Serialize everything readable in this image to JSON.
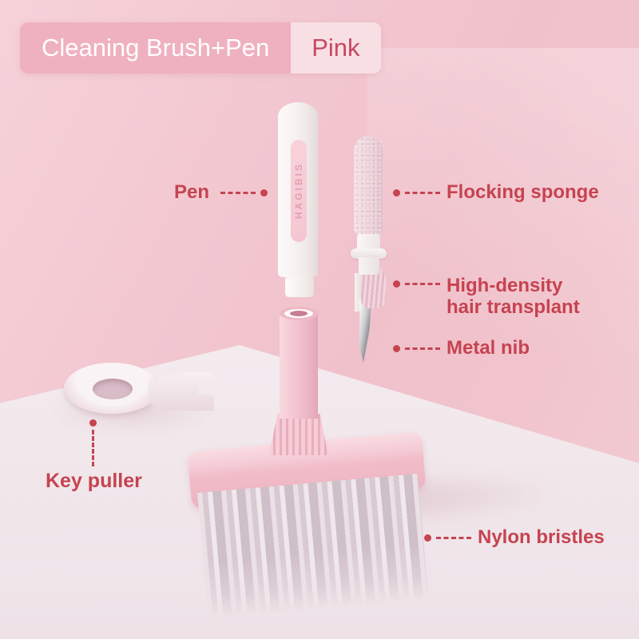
{
  "header": {
    "title": "Cleaning Brush+Pen",
    "variant": "Pink"
  },
  "brand": "HAGIBIS",
  "callouts": {
    "pen": "Pen",
    "flocking_sponge": "Flocking sponge",
    "high_density": [
      "High-density",
      "hair transplant"
    ],
    "metal_nib": "Metal nib",
    "key_puller": "Key puller",
    "nylon_bristles": "Nylon bristles"
  },
  "colors": {
    "label_red": "#c64350",
    "header_bg": "#efb1bf",
    "header_text": "#ffffff",
    "variant_bg": "#f8dfe4",
    "variant_text": "#c6495f",
    "brand_text": "#e2a0b0",
    "wall_pink": "#f0c1cb",
    "surface_white": "#f4edf0",
    "product_pink": "#f1bdc9"
  }
}
